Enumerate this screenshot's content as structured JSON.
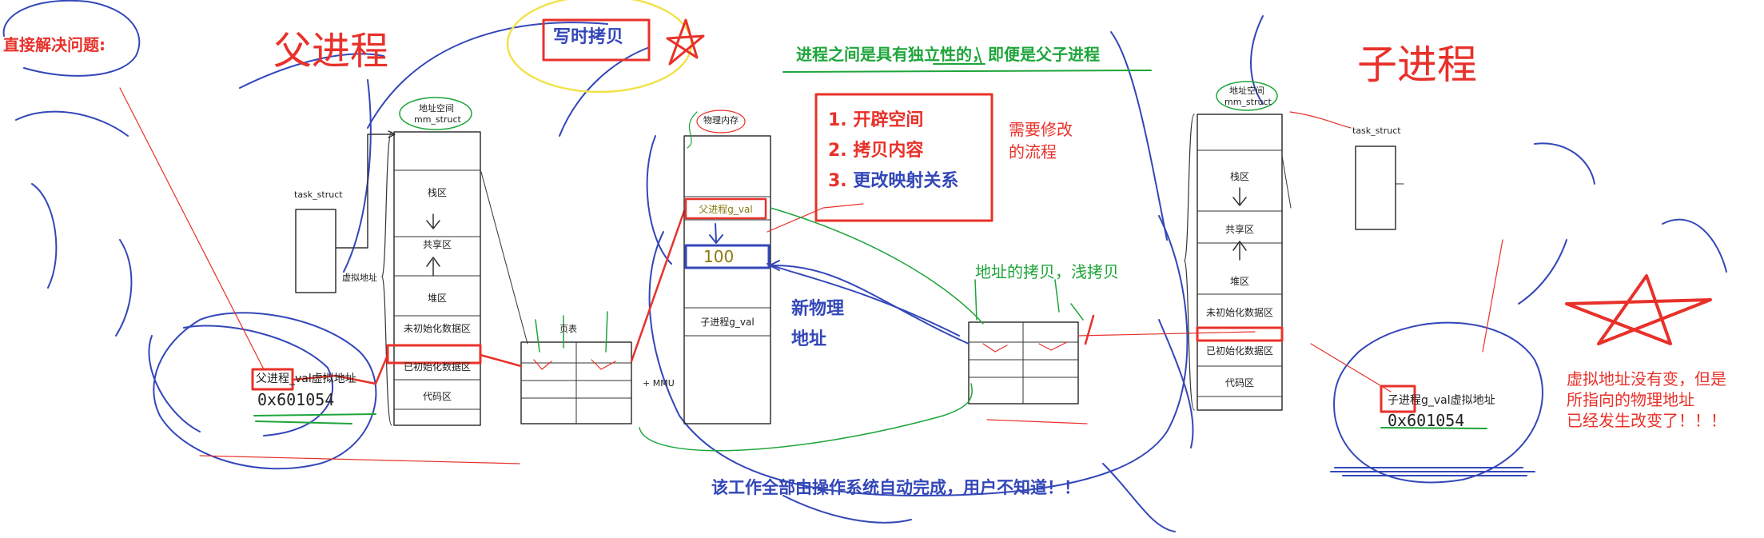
{
  "headings": {
    "direct_solve": "直接解决问题:",
    "parent_process": "父进程",
    "child_process": "子进程",
    "copy_on_write": "写时拷贝",
    "independence": "进程之间是具有独立性的，即便是父子进程",
    "os_auto": "该工作全部由操作系统自动完成，用户不知道！！"
  },
  "steps": [
    "1. 开辟空间",
    "2. 拷贝内容",
    "3. 更改映射关系"
  ],
  "notes": {
    "need_modify": [
      "需要修改",
      "的流程"
    ],
    "addr_copy": "地址的拷贝，浅拷贝",
    "new_phys": [
      "新物理",
      "地址"
    ],
    "virt_unchanged": [
      "虚拟地址没有变，但是",
      "所指向的物理地址",
      "已经发生改变了！！！"
    ],
    "mmu": "+ MMU"
  },
  "parent": {
    "task_struct": "task_struct",
    "addr_space": [
      "地址空间",
      "mm_struct"
    ],
    "virtual_addr_label": "虚拟地址",
    "regions": [
      "栈区",
      "共享区",
      "堆区",
      "未初始化数据区",
      "已初始化数据区",
      "代码区"
    ],
    "var_prefix": "父进程",
    "var_suffix": "_val虚拟地址",
    "address": "0x601054",
    "page_table": "页表"
  },
  "child": {
    "task_struct": "task_struct",
    "addr_space": [
      "地址空间",
      "mm_struct"
    ],
    "regions": [
      "栈区",
      "共享区",
      "堆区",
      "未初始化数据区",
      "已初始化数据区",
      "代码区"
    ],
    "var_label": "子进程g_val虚拟地址",
    "address": "0x601054"
  },
  "memory": {
    "title": "物理内存",
    "parent_var": "父进程g_val",
    "value": "100",
    "child_var": "子进程g_val"
  },
  "colors": {
    "red": "#e8312a",
    "blue": "#3347b8",
    "green": "#1ea53a",
    "yellow": "#f2e24a"
  }
}
